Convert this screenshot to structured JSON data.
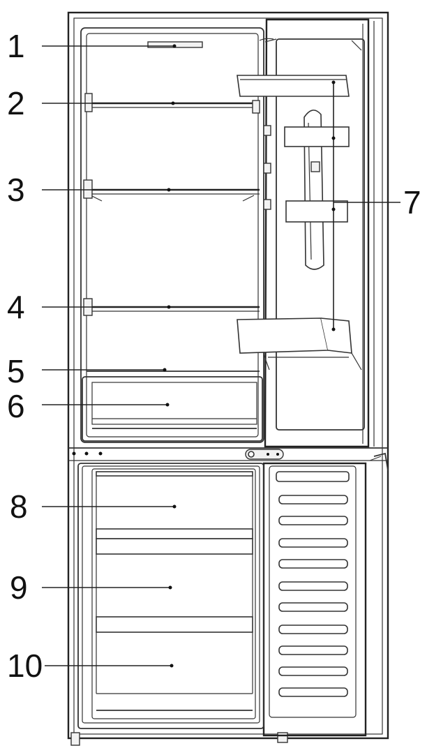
{
  "callouts": [
    "1",
    "2",
    "3",
    "4",
    "5",
    "6",
    "7",
    "8",
    "9",
    "10"
  ],
  "colors": {
    "line": "#222222",
    "background": "#ffffff"
  }
}
